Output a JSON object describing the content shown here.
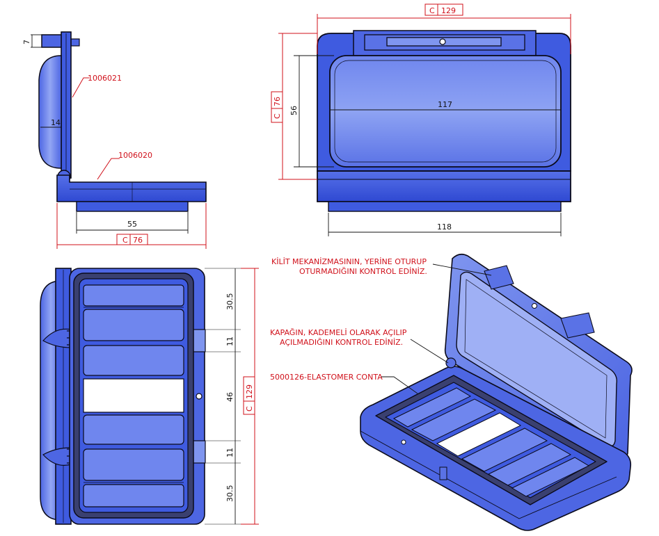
{
  "dimensions": {
    "top_width": "129",
    "height_lid": "76",
    "inner_height": "56",
    "inner_width": "117",
    "base_width": "118",
    "side_lid_offset": "7",
    "side_depth": "14",
    "side_inner": "55",
    "side_total": "76",
    "plan_height": "129",
    "seg_top": "30.5",
    "seg_clip_top": "11",
    "seg_middle": "46",
    "seg_clip_bottom": "11",
    "seg_bottom": "30.5"
  },
  "basic_dim_prefix": "C",
  "part_numbers": {
    "lid": "1006021",
    "base": "1006020"
  },
  "notes": {
    "lock_line1": "KİLİT MEKANİZMASININ, YERİNE OTURUP",
    "lock_line2": "OTURMADIĞINI KONTROL EDİNİZ.",
    "lid_line1": "KAPAĞIN, KADEMELİ OLARAK AÇILIP",
    "lid_line2": "AÇILMADIĞINI KONTROL EDİNİZ.",
    "gasket": "5000126-ELASTOMER CONTA"
  },
  "colors": {
    "body_blue": "#3f5be0",
    "body_light": "#8aa0f2",
    "outline": "#0a0a1a",
    "note_red": "#d0101a"
  }
}
